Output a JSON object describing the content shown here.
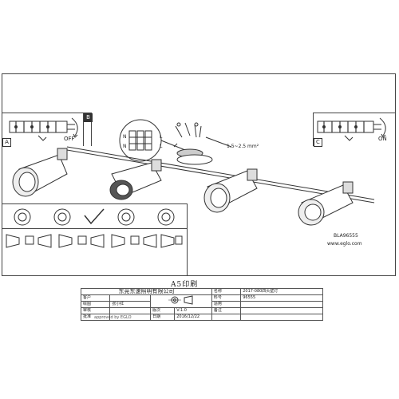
{
  "panels": {
    "a_tag": "A",
    "b_tag": "B",
    "c_tag": "C",
    "off_label": "OFF",
    "on_label": "ON"
  },
  "wiring": {
    "terminal_left": [
      "N",
      "N"
    ],
    "terminal_right": [
      "L",
      "L"
    ],
    "cable_label": "1.5~2.5 mm²"
  },
  "product": {
    "model": "BLA96555",
    "website": "www.eglo.com"
  },
  "print_label": "A5印刷",
  "title_block": {
    "company": "东莞东速照明有限公司",
    "rows": [
      {
        "k1": "客户",
        "v1": "",
        "k2": "",
        "v2": "",
        "k3": "名称",
        "v3": "2017-080四头壁灯"
      },
      {
        "k1": "绘图",
        "v1": "张小红",
        "k2": "",
        "v2": "",
        "k3": "料号",
        "v3": "96555"
      },
      {
        "k1": "审核",
        "v1": "",
        "k2": "版次",
        "v2": "V:1.0",
        "k3": "适用",
        "v3": ""
      },
      {
        "k1": "批准",
        "v1": "",
        "k2": "日期",
        "v2": "2016/12/22",
        "k3": "备注",
        "v3": ""
      }
    ],
    "approved": "approved by EGLO"
  },
  "colors": {
    "line": "#333333",
    "fill": "#dddddd"
  }
}
